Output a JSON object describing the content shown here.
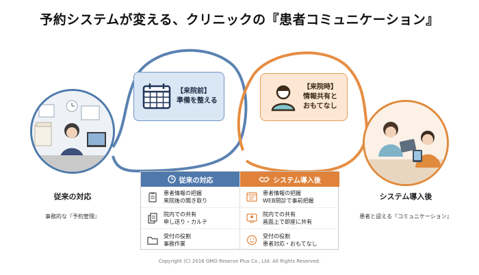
{
  "title": "予約システムが変える、クリニックの『患者コミュニケーション』",
  "left_caption": {
    "title": "従来の対応",
    "subtitle": "事務的な『予約管理』"
  },
  "right_caption": {
    "title": "システム導入後",
    "subtitle": "患者と迎える『コミュニケーション』"
  },
  "card_before": {
    "line1": "【来院前】",
    "line2": "準備を整える"
  },
  "card_visit": {
    "line1": "【来院時】",
    "line2": "情報共有と",
    "line3": "おもてなし"
  },
  "comparison": {
    "left": {
      "header": "従来の対応",
      "rows": [
        {
          "line1": "患者情報の把握",
          "line2": "来院後の聞き取り",
          "icon": "clipboard-icon"
        },
        {
          "line1": "院内での共有",
          "line2": "申し送り・カルテ",
          "icon": "documents-icon"
        },
        {
          "line1": "受付の役割",
          "line2": "事務作業",
          "icon": "folder-icon"
        }
      ]
    },
    "right": {
      "header": "システム導入後",
      "rows": [
        {
          "line1": "患者情報の把握",
          "line2": "WEB問診で事前把握",
          "icon": "web-form-icon"
        },
        {
          "line1": "院内での共有",
          "line2": "画面上で即座に共有",
          "icon": "screen-share-icon"
        },
        {
          "line1": "受付の役割",
          "line2": "患者対応・おもてなし",
          "icon": "smile-icon"
        }
      ]
    }
  },
  "footer": "Copyright (C) 2016 GMO Reserve Plus Co., Ltd. All Rights Reserved.",
  "colors": {
    "blue": "#4f78ab",
    "orange": "#e0823a"
  }
}
